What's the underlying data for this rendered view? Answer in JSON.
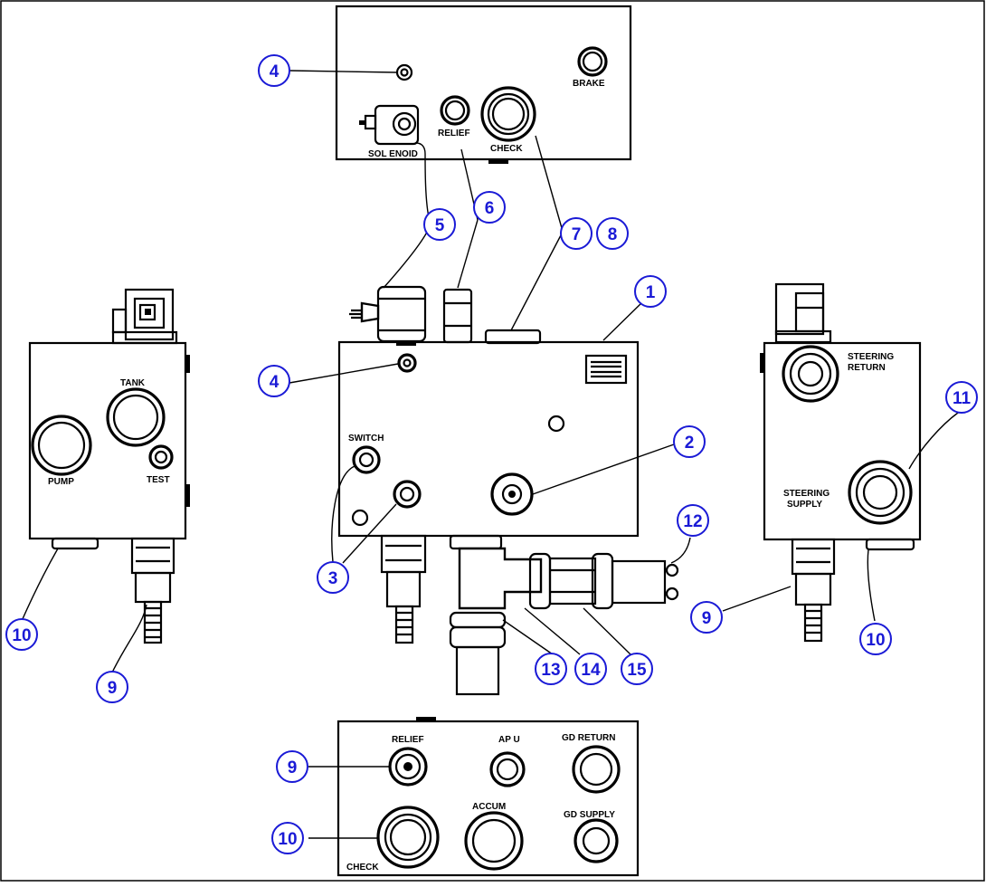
{
  "figure": {
    "labels": {
      "brake": "BRAKE",
      "relief_top": "RELIEF",
      "check_top": "CHECK",
      "solenoid": "SOL ENOID",
      "tank": "TANK",
      "pump": "PUMP",
      "test": "TEST",
      "switch": "SWITCH",
      "steering_return": "STEERING\nRETURN",
      "steering_supply": "STEERING\nSUPPLY",
      "relief_bottom": "RELIEF",
      "apu": "AP U",
      "gd_return": "GD RETURN",
      "accum": "ACCUM",
      "gd_supply": "GD SUPPLY",
      "check_bottom": "CHECK"
    },
    "callouts": [
      "1",
      "2",
      "3",
      "4",
      "4",
      "5",
      "6",
      "7",
      "8",
      "9",
      "9",
      "9",
      "10",
      "10",
      "10",
      "11",
      "12",
      "13",
      "14",
      "15"
    ]
  },
  "colors": {
    "callout_text": "#1a1ad6",
    "callout_border": "#1a1ad6",
    "line": "#000000",
    "background": "#ffffff"
  }
}
